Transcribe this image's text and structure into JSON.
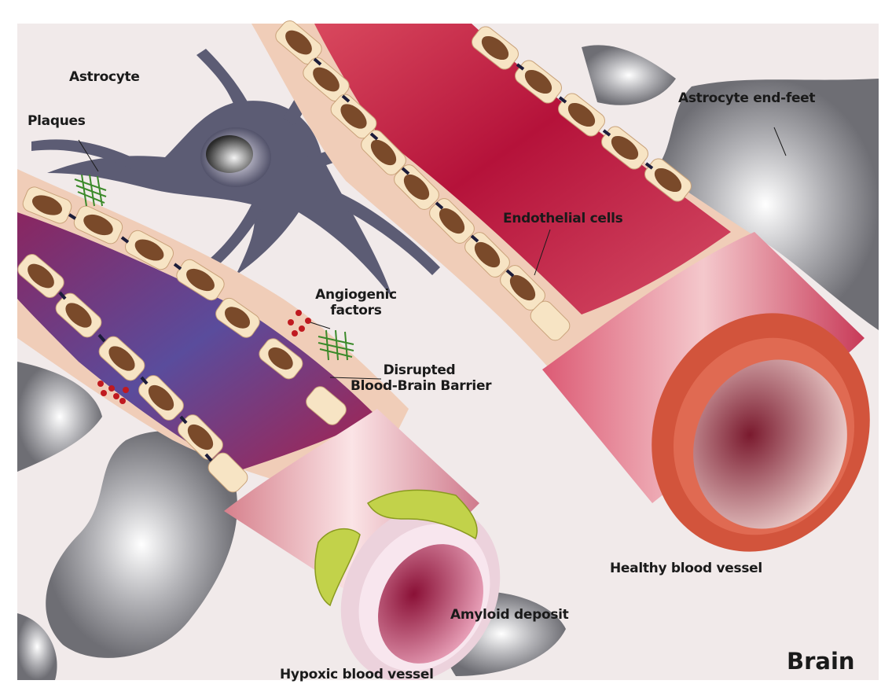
{
  "labels": {
    "astrocyte": "Astrocyte",
    "plaques": "Plaques",
    "astrocyte_end_feet": "Astrocyte end-feet",
    "endothelial_cells": "Endothelial cells",
    "angiogenic_factors_line1": "Angiogenic",
    "angiogenic_factors_line2": "factors",
    "disrupted_bbb_line1": "Disrupted",
    "disrupted_bbb_line2": "Blood-Brain Barrier",
    "healthy_blood_vessel": "Healthy blood vessel",
    "amyloid_deposit": "Amyloid deposit",
    "hypoxic_blood_vessel": "Hypoxic blood vessel",
    "brain": "Brain"
  },
  "colors": {
    "background": "#f1eaea",
    "healthy_vessel_lumen": "#c01a3e",
    "hypoxic_vessel_lumen_a": "#4a3f8f",
    "hypoxic_vessel_lumen_b": "#b01e48",
    "vessel_wall": "#f0cdb8",
    "endothelial_cell": "#f7e4c4",
    "nucleus": "#7a4a2a",
    "astrocyte": "#5a5a72",
    "end_feet": "#8c8c92",
    "amyloid": "#c2d24a",
    "angiogenic_dot": "#c01a20",
    "plaque": "#3b8a2a"
  }
}
